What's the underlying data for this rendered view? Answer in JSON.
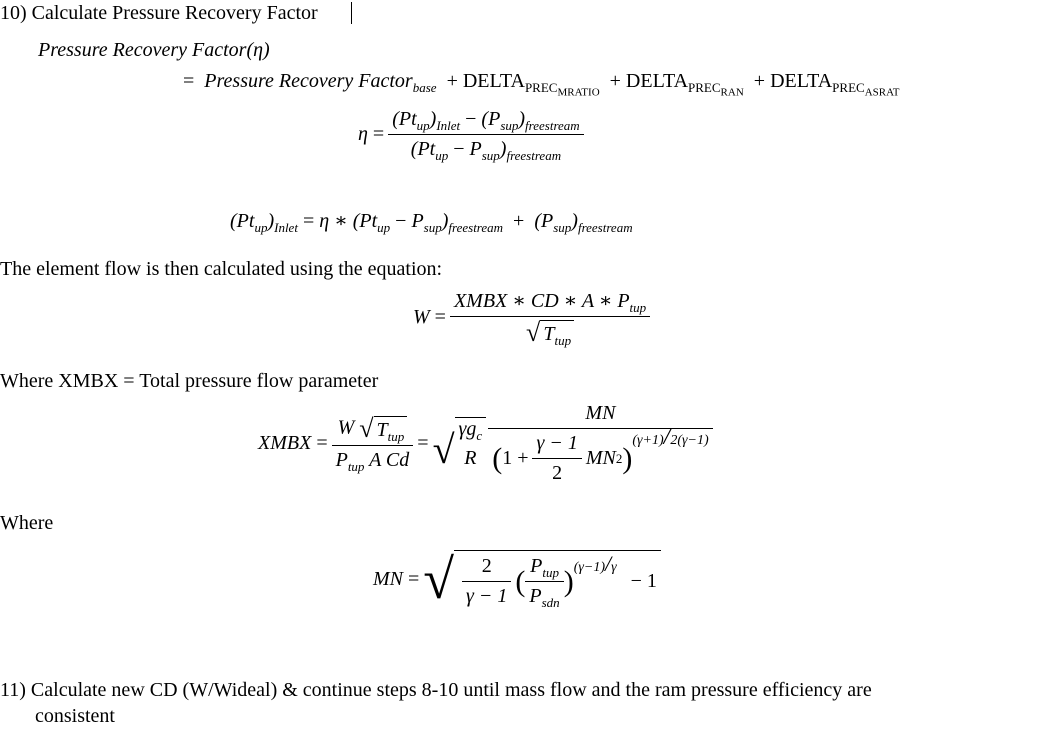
{
  "step10": {
    "heading": "10) Calculate Pressure Recovery Factor",
    "prf_lhs": "Pressure Recovery Factor(η)",
    "eq": "=",
    "prf_base": "Pressure Recovery Factor",
    "base_sub": "base",
    "plus": "+",
    "delta": "DELTA",
    "prec": "PREC",
    "mratio": "MRATIO",
    "ran": "RAN",
    "asrat": "ASRAT",
    "eta": "η",
    "pt_up_paren": "(Pt",
    "up": "up",
    "close": ")",
    "inlet": "Inlet",
    "minus": "−",
    "p_open": "(P",
    "p": "P",
    "sup_sub": "sup",
    "freestream": "freestream",
    "star": "∗"
  },
  "text": {
    "element_flow": "The element flow is then calculated using the equation:",
    "where_xmbx": "Where XMBX = Total pressure flow parameter",
    "where": "Where"
  },
  "w_eq": {
    "w": "W",
    "numerator": "XMBX ∗ CD ∗ A ∗ P",
    "tup": "tup",
    "t": "T"
  },
  "xmbx_eq": {
    "lhs": "XMBX",
    "w": "W",
    "t": "T",
    "tup": "tup",
    "den": "P",
    "den_rest": " A Cd",
    "gamma_gc": "γg",
    "c": "c",
    "r": "R",
    "mn": "MN",
    "one_plus": "1 +",
    "gm1": "γ − 1",
    "two": "2",
    "mn2": "MN",
    "sq": "2",
    "exp_num": "(γ+1)",
    "exp_den": "2(γ−1)",
    "slash": "/"
  },
  "mn_eq": {
    "lhs": "MN",
    "two": "2",
    "gm1": "γ − 1",
    "p": "P",
    "tup": "tup",
    "sdn": "sdn",
    "exp_num": "(γ−1)",
    "exp_den": "γ",
    "minus_one": "− 1"
  },
  "step11": {
    "line1": "11) Calculate new CD (W/Wideal) & continue steps 8-10 until mass flow and the ram pressure efficiency are",
    "line2": "consistent"
  }
}
